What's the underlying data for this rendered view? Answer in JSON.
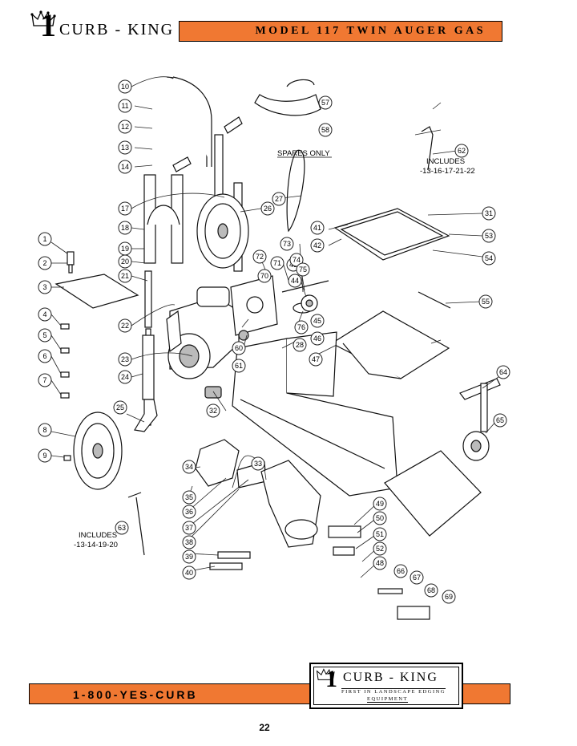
{
  "header": {
    "logo_number": "1",
    "logo_name": "CURB - KING",
    "model_title": "MODEL 117 TWIN AUGER GAS"
  },
  "diagram": {
    "notes": {
      "spares_only": "SPARES ONLY",
      "includes_62_a": "INCLUDES",
      "includes_62_b": "-13-16-17-21-22",
      "includes_63_a": "INCLUDES",
      "includes_63_b": "-13-14-19-20"
    },
    "callouts": [
      "1",
      "2",
      "3",
      "4",
      "5",
      "6",
      "7",
      "8",
      "9",
      "10",
      "11",
      "12",
      "13",
      "14",
      "17",
      "18",
      "19",
      "20",
      "21",
      "22",
      "23",
      "24",
      "25",
      "26",
      "27",
      "28",
      "31",
      "32",
      "33",
      "34",
      "35",
      "36",
      "37",
      "38",
      "39",
      "40",
      "41",
      "42",
      "43",
      "44",
      "45",
      "46",
      "47",
      "48",
      "49",
      "50",
      "51",
      "52",
      "53",
      "54",
      "55",
      "57",
      "58",
      "60",
      "61",
      "62",
      "63",
      "64",
      "65",
      "66",
      "67",
      "68",
      "69",
      "70",
      "71",
      "72",
      "73",
      "74",
      "75",
      "76"
    ]
  },
  "footer": {
    "phone": "1-800-YES-CURB",
    "logo_number": "1",
    "logo_name": "CURB - KING",
    "tagline_1": "FIRST IN LANDSCAPE EDGING",
    "tagline_2": "EQUIPMENT",
    "page_number": "22"
  }
}
